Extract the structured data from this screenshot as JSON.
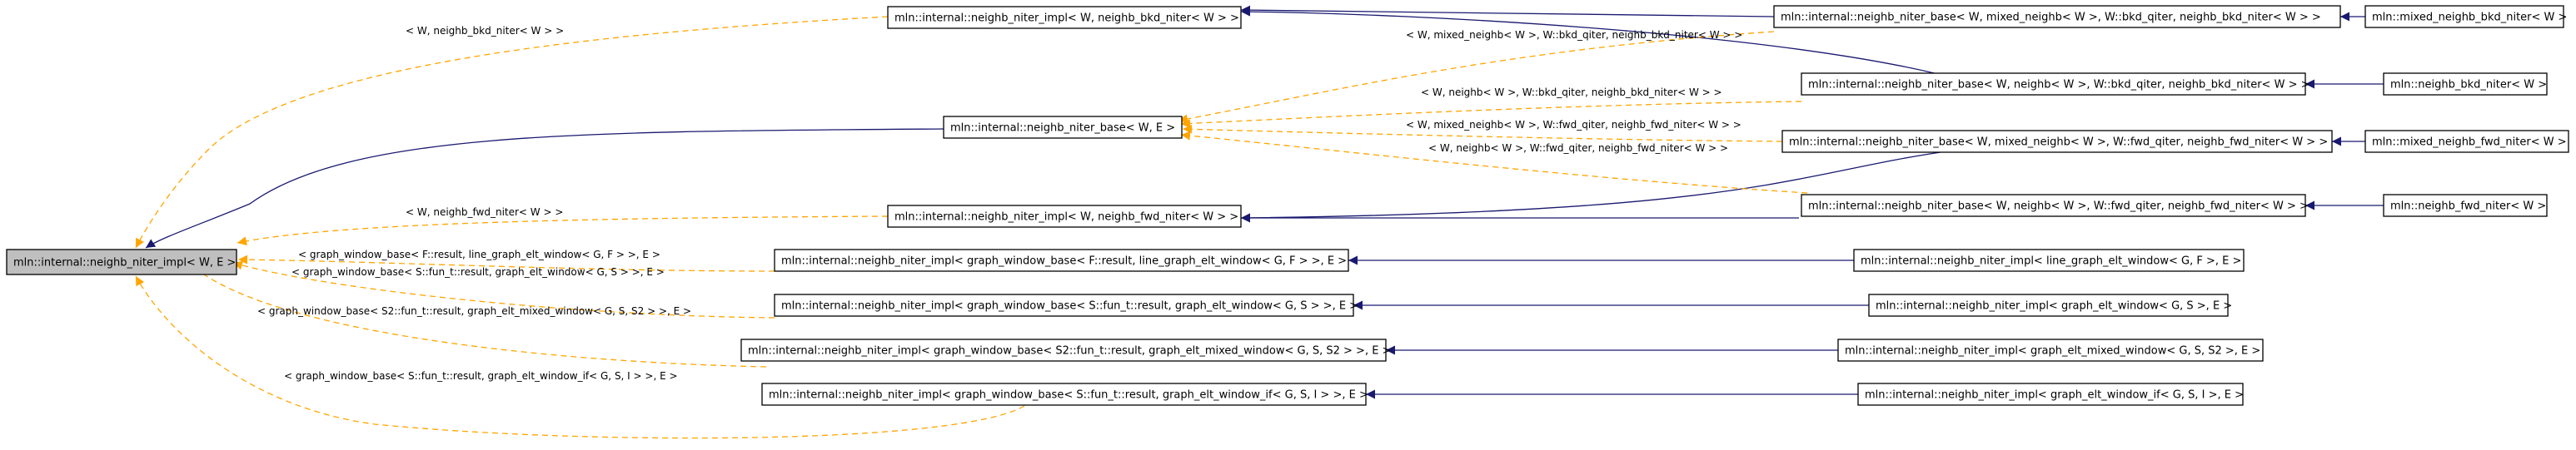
{
  "diagram": {
    "nodes": {
      "root": "mln::internal::neighb_niter_impl< W, E >",
      "impl_bkd": "mln::internal::neighb_niter_impl< W, neighb_bkd_niter< W > >",
      "base": "mln::internal::neighb_niter_base< W, E >",
      "impl_fwd": "mln::internal::neighb_niter_impl< W, neighb_fwd_niter< W > >",
      "impl_gw_line": "mln::internal::neighb_niter_impl< graph_window_base< F::result, line_graph_elt_window< G, F > >, E >",
      "impl_gw_elt": "mln::internal::neighb_niter_impl< graph_window_base< S::fun_t::result, graph_elt_window< G, S > >, E >",
      "impl_gw_mixed": "mln::internal::neighb_niter_impl< graph_window_base< S2::fun_t::result, graph_elt_mixed_window< G, S, S2 > >, E >",
      "impl_gw_if": "mln::internal::neighb_niter_impl< graph_window_base< S::fun_t::result, graph_elt_window_if< G, S, I > >, E >",
      "base_mixed_bkd": "mln::internal::neighb_niter_base< W, mixed_neighb< W >, W::bkd_qiter, neighb_bkd_niter< W > >",
      "base_bkd": "mln::internal::neighb_niter_base< W, neighb< W >, W::bkd_qiter, neighb_bkd_niter< W > >",
      "base_mixed_fwd": "mln::internal::neighb_niter_base< W, mixed_neighb< W >, W::fwd_qiter, neighb_fwd_niter< W > >",
      "base_fwd": "mln::internal::neighb_niter_base< W, neighb< W >, W::fwd_qiter, neighb_fwd_niter< W > >",
      "line_graph": "mln::internal::neighb_niter_impl< line_graph_elt_window< G, F >, E >",
      "graph_elt": "mln::internal::neighb_niter_impl< graph_elt_window< G, S >, E >",
      "graph_mixed": "mln::internal::neighb_niter_impl< graph_elt_mixed_window< G, S, S2 >, E >",
      "graph_if": "mln::internal::neighb_niter_impl< graph_elt_window_if< G, S, I >, E >",
      "mixed_bkd": "mln::mixed_neighb_bkd_niter< W >",
      "bkd": "mln::neighb_bkd_niter< W >",
      "mixed_fwd": "mln::mixed_neighb_fwd_niter< W >",
      "fwd": "mln::neighb_fwd_niter< W >"
    },
    "edge_labels": {
      "l_bkd": "< W, neighb_bkd_niter< W > >",
      "l_fwd": "< W, neighb_fwd_niter< W > >",
      "l_mixed_bkd": "< W, mixed_neighb< W >, W::bkd_qiter, neighb_bkd_niter< W > >",
      "l_neighb_bkd": "< W, neighb< W >, W::bkd_qiter, neighb_bkd_niter< W > >",
      "l_mixed_fwd": "< W, mixed_neighb< W >, W::fwd_qiter, neighb_fwd_niter< W > >",
      "l_neighb_fwd": "< W, neighb< W >, W::fwd_qiter, neighb_fwd_niter< W > >",
      "l_line": "< graph_window_base< F::result, line_graph_elt_window< G, F > >, E >",
      "l_elt": "< graph_window_base< S::fun_t::result, graph_elt_window< G, S > >, E >",
      "l_mixed": "< graph_window_base< S2::fun_t::result, graph_elt_mixed_window< G, S, S2 > >, E >",
      "l_if": "< graph_window_base< S::fun_t::result, graph_elt_window_if< G, S, I > >, E >"
    },
    "colors": {
      "inheritance_edge": "#191970",
      "template_edge": "#ffa500",
      "root_fill": "#bfbfbf",
      "node_fill": "#ffffff"
    }
  }
}
